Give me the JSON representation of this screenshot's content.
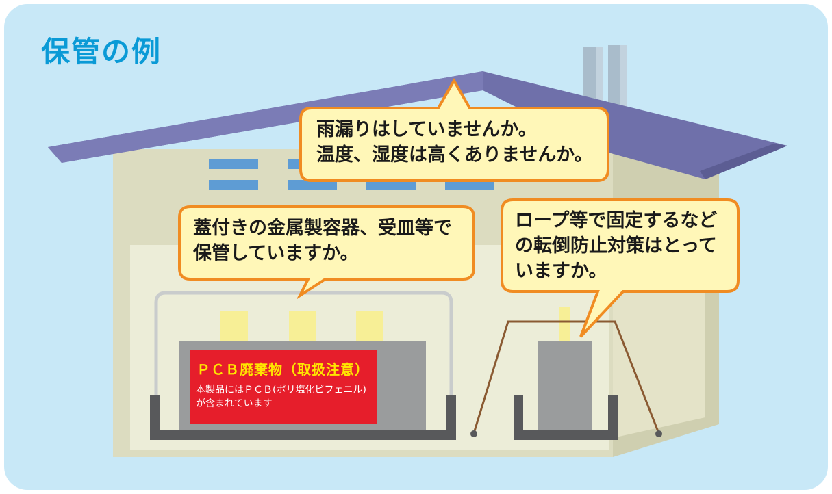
{
  "title": "保管の例",
  "bubbles": {
    "roof": {
      "line1": "雨漏りはしていませんか。",
      "line2": "温度、湿度は高くありませんか。"
    },
    "container": {
      "line1": "蓋付きの金属製容器、受皿等で",
      "line2": "保管していますか。"
    },
    "fall": {
      "line1": "ロープ等で固定するなど",
      "line2": "の転倒防止対策はとって",
      "line3": "いますか。"
    }
  },
  "label": {
    "title": "ＰＣＢ廃棄物（取扱注意）",
    "line1": "本製品にはＰＣＢ(ポリ塩化ビフェニル)",
    "line2": "が含まれています"
  },
  "colors": {
    "background_panel": "#c8e8f7",
    "title": "#0a9ad6",
    "roof": "#6f70aa",
    "wall": "#dcdcc0",
    "bubble_fill": "#fff7b8",
    "bubble_border": "#f08c22",
    "warning_label": "#e61e2b",
    "warning_title": "#ffe600"
  }
}
